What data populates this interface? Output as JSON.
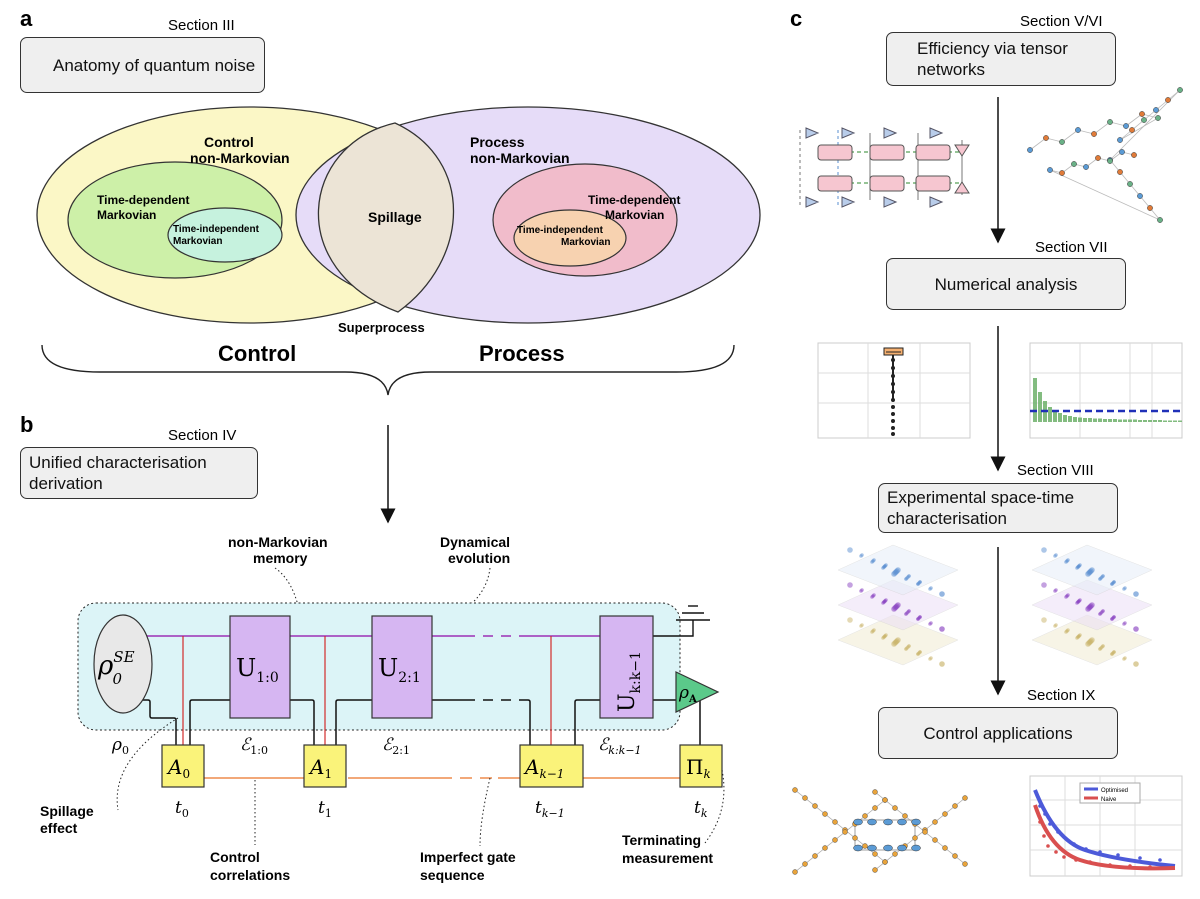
{
  "panel_a": {
    "letter": "a",
    "section": "Section III",
    "box": "Anatomy of quantum noise",
    "control_nm": [
      "Control",
      "non-Markovian"
    ],
    "process_nm": [
      "Process",
      "non-Markovian"
    ],
    "td_markov_left": [
      "Time-dependent",
      "Markovian"
    ],
    "ti_markov_left": [
      "Time-independent",
      "Markovian"
    ],
    "td_markov_right": [
      "Time-dependent",
      "Markovian"
    ],
    "ti_markov_right": [
      "Time-independent",
      "Markovian"
    ],
    "spillage": "Spillage",
    "superprocess": "Superprocess",
    "control": "Control",
    "process": "Process"
  },
  "panel_b": {
    "letter": "b",
    "section": "Section IV",
    "box": "Unified characterisation derivation",
    "nm_memory": [
      "non-Markovian",
      "memory"
    ],
    "dyn_evol": [
      "Dynamical",
      "evolution"
    ],
    "spillage_effect": [
      "Spillage",
      "effect"
    ],
    "control_corr": [
      "Control",
      "correlations"
    ],
    "imperfect_gate": [
      "Imperfect gate",
      "sequence"
    ],
    "terminating": [
      "Terminating",
      "measurement"
    ]
  },
  "panel_c": {
    "letter": "c",
    "sec_v": "Section V/VI",
    "box_v": "Efficiency via tensor networks",
    "sec_vii": "Section VII",
    "box_vii": "Numerical analysis",
    "sec_viii": "Section VIII",
    "box_viii": "Experimental space-time characterisation",
    "sec_ix": "Section IX",
    "box_ix": "Control applications",
    "legend": [
      "Optimised",
      "Naive"
    ]
  },
  "colors": {
    "control_ellipse": "#fbf7c6",
    "process_ellipse": "#e6dcf8",
    "spillage": "#ece4d6",
    "td_left": "#cdf0a8",
    "ti_left": "#c6f2de",
    "td_right": "#f1bccb",
    "ti_right": "#f7d2b0",
    "memory_bg": "#dcf4f7",
    "unitary": "#d6b6f2",
    "gate": "#faf37a",
    "measure_triangle": "#5bc98a",
    "red_wire": "#d22b2b",
    "orange_wire": "#ee8b4d",
    "purple_wire": "#9b30b5",
    "blue_line": "#2030b8",
    "green_hist": "#6db06a"
  }
}
